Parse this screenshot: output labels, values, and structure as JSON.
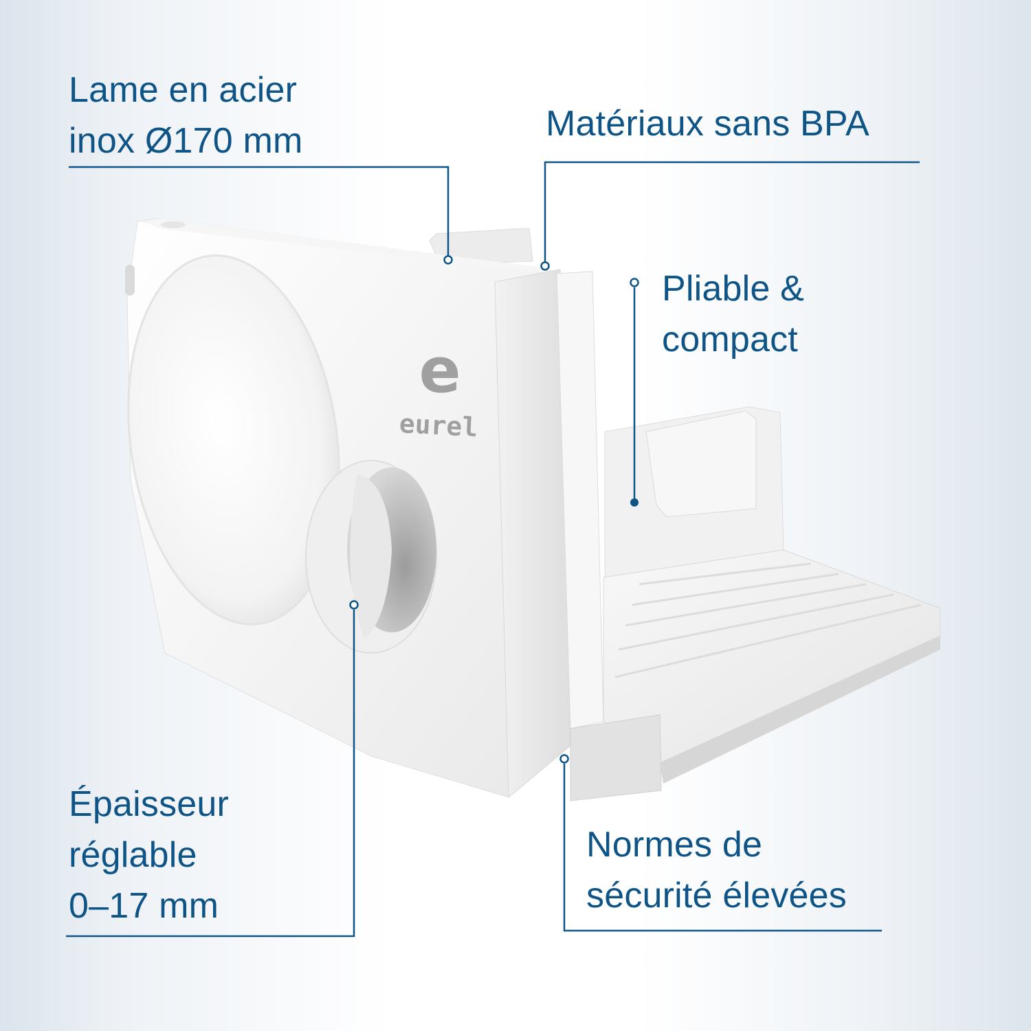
{
  "product": {
    "brand": "eurel",
    "logo_glyph": "e",
    "type": "food-slicer"
  },
  "colors": {
    "accent": "#0e5487",
    "product_body": "#f4f4f4",
    "logo_gray": "#9a9a9a"
  },
  "callouts": [
    {
      "id": "blade",
      "lines": [
        "Lame en acier",
        "inox Ø170 mm"
      ]
    },
    {
      "id": "materials",
      "lines": [
        "Matériaux sans BPA"
      ]
    },
    {
      "id": "foldable",
      "lines": [
        "Pliable &",
        "compact"
      ]
    },
    {
      "id": "thickness",
      "lines": [
        "Épaisseur",
        "réglable",
        "0–17 mm"
      ]
    },
    {
      "id": "safety",
      "lines": [
        "Normes de",
        "sécurité élevées"
      ]
    }
  ]
}
